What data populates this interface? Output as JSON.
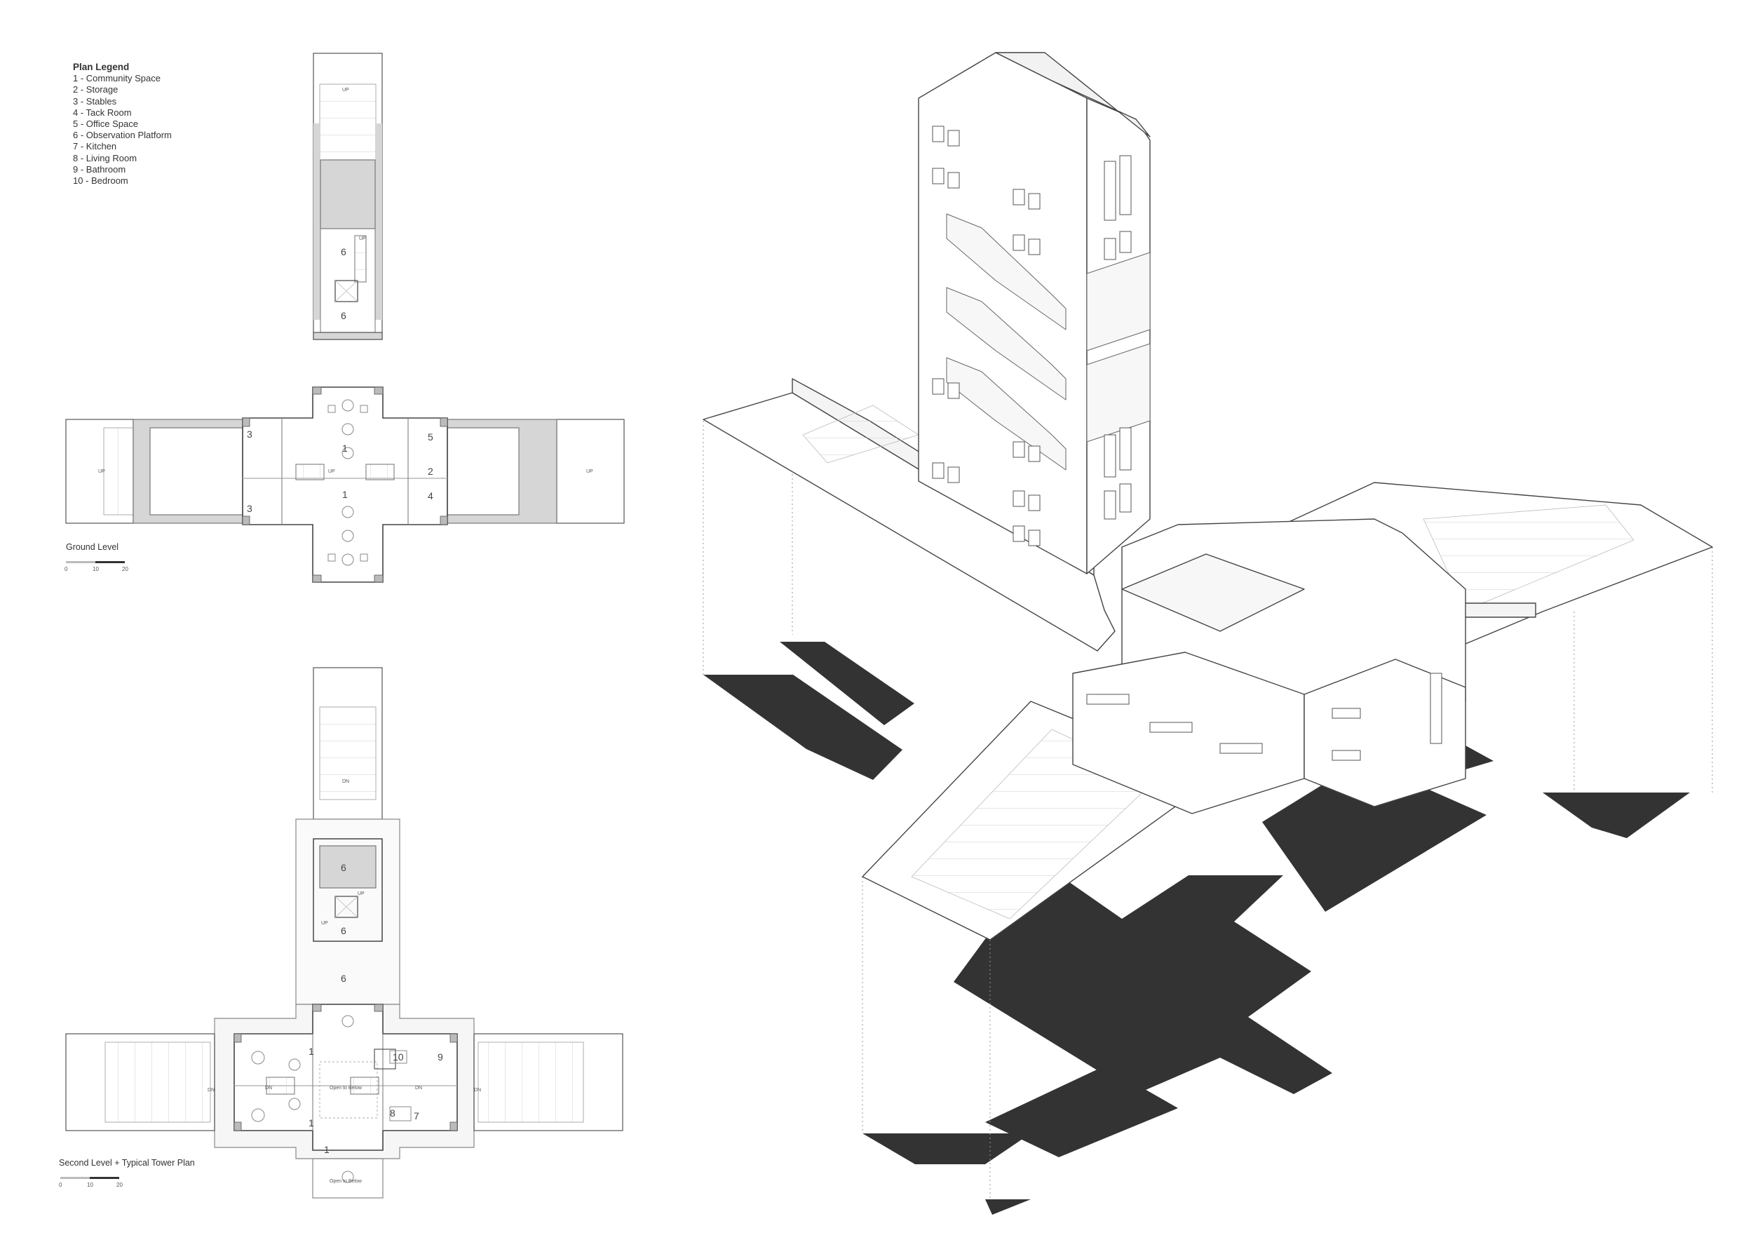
{
  "legend": {
    "title": "Plan Legend",
    "items": [
      "1 - Community Space",
      "2 - Storage",
      "3 - Stables",
      "4 - Tack Room",
      "5 - Office Space",
      "6 - Observation Platform",
      "7 - Kitchen",
      "8 - Living Room",
      "9 - Bathroom",
      "10 - Bedroom"
    ]
  },
  "ground_plan": {
    "caption": "Ground Level",
    "scale_labels": [
      "0",
      "10",
      "20"
    ],
    "rooms": {
      "r1a": "1",
      "r1b": "1",
      "r2": "2",
      "r3a": "3",
      "r3b": "3",
      "r4": "4",
      "r5": "5"
    },
    "notes": {
      "up_left": "UP",
      "up_right": "UP",
      "up_center": "UP"
    }
  },
  "tower_top_plan": {
    "rooms": {
      "r6a": "6",
      "r6b": "6"
    },
    "notes": {
      "up_top": "UP",
      "up_side": "UP"
    }
  },
  "second_plan": {
    "caption": "Second Level + Typical Tower Plan",
    "scale_labels": [
      "0",
      "10",
      "20"
    ],
    "rooms": {
      "r6a": "6",
      "r6b": "6",
      "r6c": "6",
      "r1a": "1",
      "r1b": "1",
      "r1c": "1",
      "r10": "10",
      "r9": "9",
      "r8": "8",
      "r7": "7"
    },
    "notes": {
      "dn_top": "DN",
      "dn_left": "DN",
      "dn_right": "DN",
      "dn_c1": "DN",
      "dn_c2": "DN",
      "up_t1": "UP",
      "up_t2": "UP",
      "open_center": "Open to Below",
      "open_bottom": "Open to Below"
    }
  },
  "colors": {
    "line": "#444444",
    "shadow": "#333333",
    "hatch": "#d6d6d6",
    "paper": "#ffffff"
  }
}
